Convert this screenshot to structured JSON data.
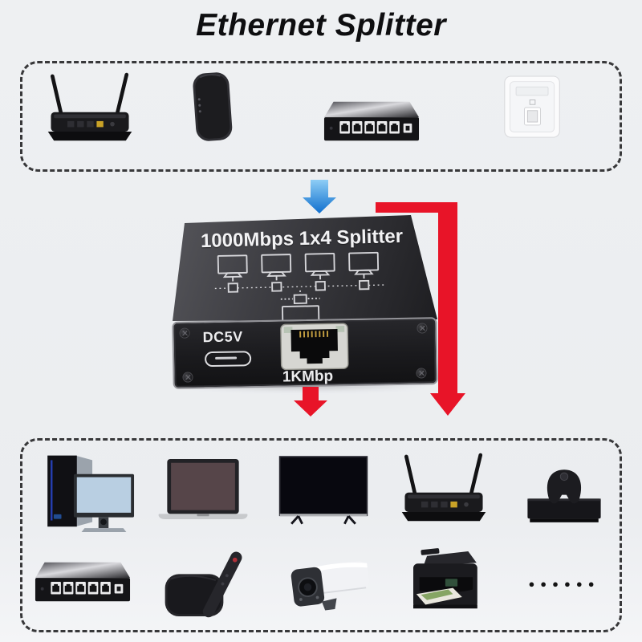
{
  "page": {
    "title": "Ethernet Splitter"
  },
  "colors": {
    "arrow_red": "#e81428",
    "arrow_blue_start": "#8ecdf5",
    "arrow_blue_end": "#0f6fce",
    "dashed_border": "#38383a",
    "background": "#ecedf0"
  },
  "splitter_device": {
    "top_label": "1000Mbps 1x4 Splitter",
    "power_port_label": "DC5V",
    "ethernet_port_label": "1KMbp"
  },
  "input_box": {
    "devices": [
      "wireless-router",
      "modem",
      "network-switch",
      "ethernet-wall-jack"
    ]
  },
  "output_box": {
    "row1_devices": [
      "desktop-computer",
      "laptop",
      "smart-tv",
      "wireless-router",
      "game-console"
    ],
    "row2_devices": [
      "network-switch",
      "tv-streaming-box",
      "security-camera",
      "printer"
    ],
    "more_dots": "●●●●●●"
  }
}
